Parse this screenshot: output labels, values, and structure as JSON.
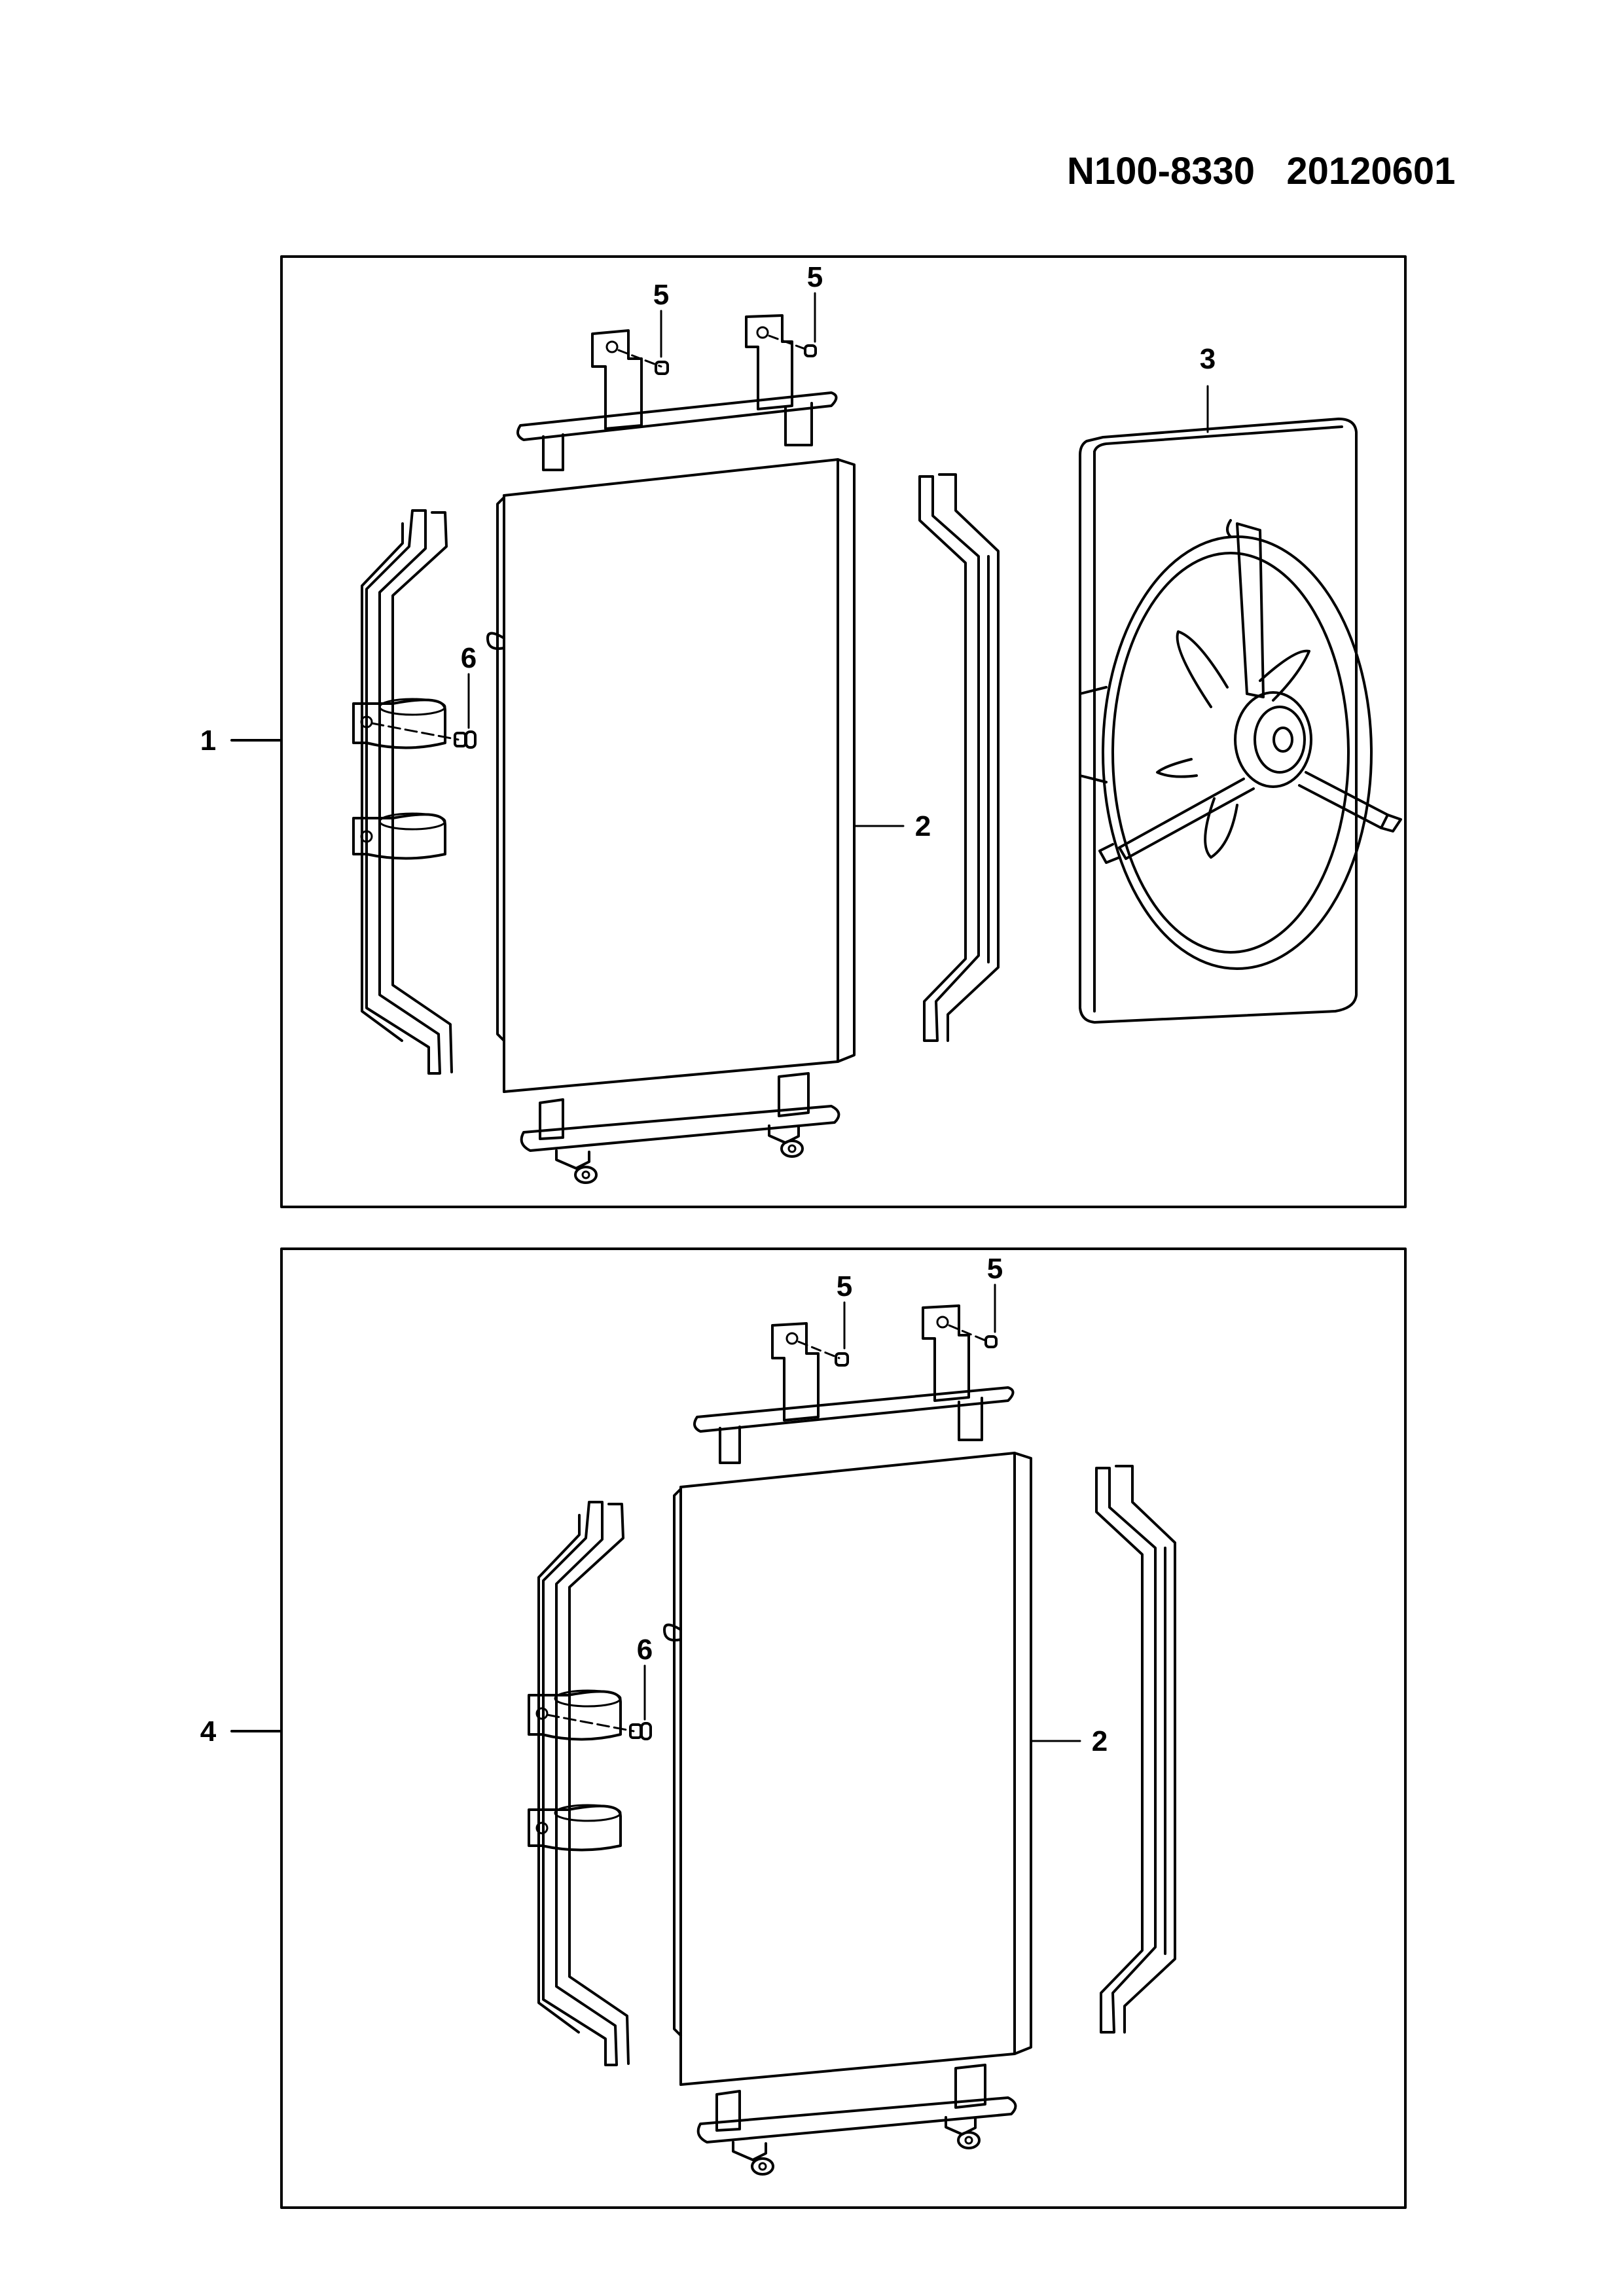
{
  "header": {
    "part_number": "N100-8330",
    "date_code": "20120601"
  },
  "callouts": {
    "assembly_1": "1",
    "condenser": "2",
    "fan_assembly": "3",
    "assembly_4": "4",
    "bolt": "5",
    "screw": "6"
  }
}
